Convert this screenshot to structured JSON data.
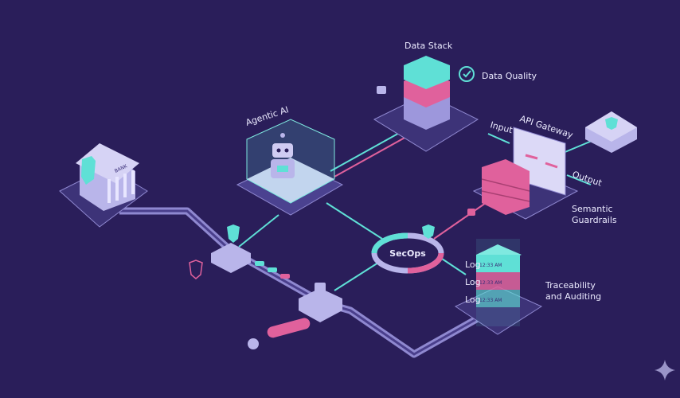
{
  "labels": {
    "data_stack": "Data Stack",
    "data_quality": "Data Quality",
    "agentic_ai": "Agentic AI",
    "api_gateway": "API Gateway",
    "input": "Input",
    "output": "Output",
    "semantic_guardrails_1": "Semantic",
    "semantic_guardrails_2": "Guardrails",
    "secops": "SecOps",
    "traceability_1": "Traceability",
    "traceability_2": "and Auditing",
    "bank": "BANK"
  },
  "logs": [
    {
      "tag": "Log",
      "time": "12:33 AM"
    },
    {
      "tag": "Log",
      "time": "12:33 AM"
    },
    {
      "tag": "Log",
      "time": "12:33 AM"
    }
  ],
  "colors": {
    "background": "#2a1e5a",
    "lavender": "#b9b5ea",
    "teal": "#5fe0d6",
    "pink": "#e0619c",
    "dark_platform": "#3d3378"
  }
}
